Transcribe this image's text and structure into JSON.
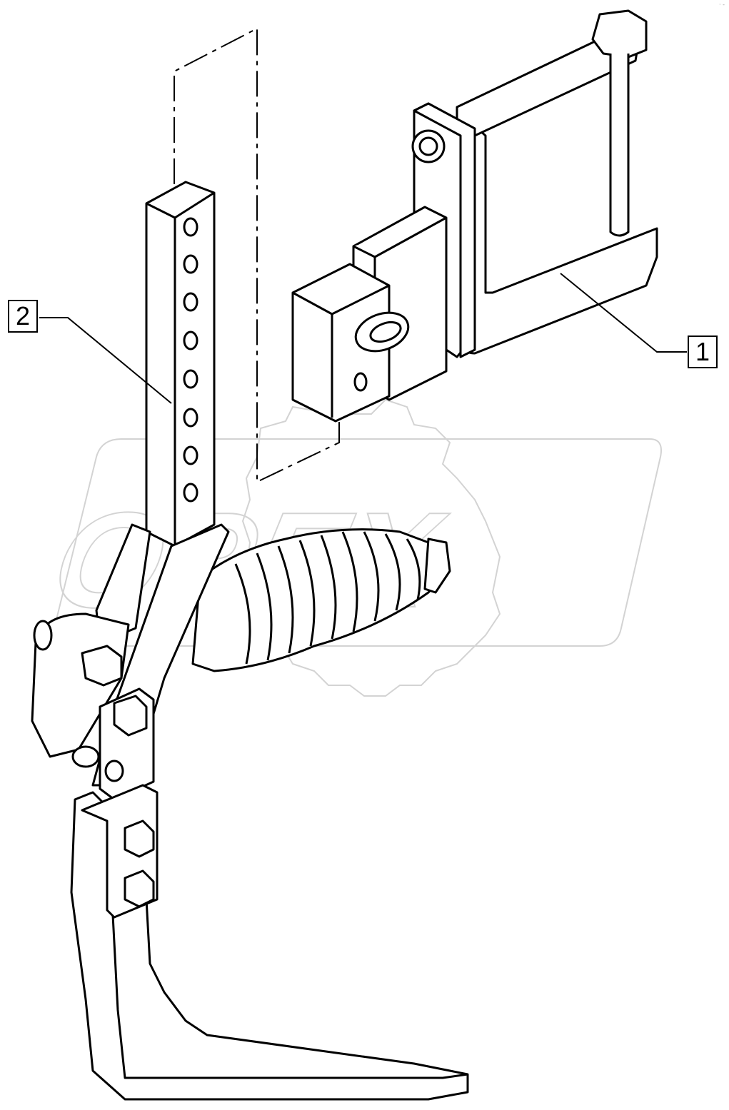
{
  "diagram": {
    "callouts": [
      {
        "label": "1"
      },
      {
        "label": "2"
      }
    ],
    "watermark": {
      "text": "OPEX"
    },
    "corner_mark": "· ‐"
  }
}
